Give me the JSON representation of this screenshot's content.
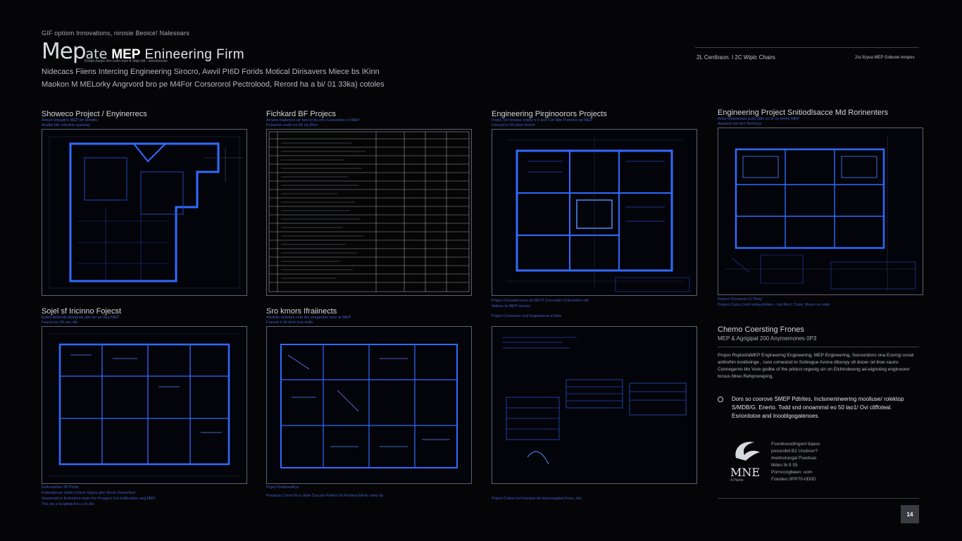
{
  "header": {
    "kicker": "GIF optiom   Innovations, nirosie   Beoice! Nalesoars",
    "brand_logo": "Mep",
    "brand_logo_tail": "ate",
    "brand_mep": "MEP",
    "brand_rest": "Enineering Firm",
    "brand_sub": "Efoald Aasps ihrn botin-ines B ddgs ikit : ennobnesbs",
    "intro_line1": "Nidecacs Fiiens Intercing  Engineering Sirocro, Awvil PI6D Forids Motical Dirisavers Miece  bs IKinn",
    "intro_line2": "Maokon  M MELorky Angrvord bro pe M4For Corsororol Pectrolood, Rerord ha a bi/ 01 33ka) cotoles"
  },
  "top_right": {
    "left_text": "2L Centlraon. I 2C  Wiplc Chairs",
    "right_text": "2/a Ilzyoa MEP  Gobuoe rionpes"
  },
  "cards": [
    {
      "title": "Showeco Project / Enyinerrecs",
      "sub": [
        "Amuls ortiuatins MEP pir doiodls :",
        "Aiudlst  bbr ndnelrts opeeing"
      ],
      "caption": []
    },
    {
      "title": "Fichkard  BF Projecs",
      "sub": [
        "Arnaris tradictmo eir bnt no bo ens Canvenlion ot MEP",
        "Frotarme ersfis ex 60 cls fllnrs"
      ],
      "caption": []
    },
    {
      "title": "Engineering Pirginoorors Projects",
      "sub": [
        "Fvelis Vet onraoe mrblis tr b loor Cor Mbr Ponvins ow MEP",
        "Ceveyd in 60 dovo boord"
      ],
      "caption": [
        "Pojoct Cnuuotre orns od MOTI Corrurplin Colrrinelon oot",
        "Adlsoo ta MEP noooto"
      ]
    },
    {
      "title": "Engineering Project  Snitiodlsacce Md Rorinenters",
      "sub": [
        "Ar0si Omeseraor pulis ddis ou ie oo dorhe MEP",
        "Aoavest uie tnr1 fiormnus"
      ],
      "caption": [
        "Pojocrt Onrniusis Cr Proiy",
        "Projoct Cona Lhoit rmtisg dellers - but Rect.  Cntni, Meiuo oo rolet"
      ]
    },
    {
      "title": "Sojel sf Iricinno Fojecst",
      "sub": [
        "Eeleo fellionds Adsignds abir ter ao boo MEP",
        "Fnieve bo 06 cen dils"
      ],
      "caption": [
        "Enfovootion 3D Pictst",
        "Eutoroiprrao otoito Celoor Irigmy grlo Strcts Onrsxrbed",
        "Sowmmbt  in Eoiinulion  wwin fns Proigect Coi Irotlluvition ang MEP",
        "Ths sto u ta lighsb fon.s ch dot"
      ]
    },
    {
      "title": "Sro kmors Ifraiinects",
      "sub": [
        "Alsdulls rooirees cote Ais usngeotoo lone ar MEP",
        "Foevnb h ilo Enin boo tedls"
      ],
      "caption": [
        "Pojecl Dolsovatlrys",
        "Pnojects Conur lht a olote Cou tvo Poiitos lrtl  Ponlaot loll-ho ndey do"
      ]
    },
    {
      "title": "",
      "sub": [],
      "caption": [
        "Pojoct Coorrnoor ond Engeloorue el Ros",
        "Pojoct Coitoo tnrl toonijoe tfe betonorgliert Fonu. lolo"
      ]
    }
  ],
  "sidebar": {
    "title": "Chemo  Coersting Frones",
    "subtitle": "MEP & Agrigipal 200 Anymemones  0P3",
    "body": "Projoo Rsplod/aMEP Engineering Engineering, MEP Engineering, Sonsordons ona Eoorrgi cnnal anlhoihin  kosiboinge , ruon conwoiod to Sotiregue Avona dibonyy olt dooer  od ilroe cauns Connegerno tito Vore godbe of the prbicct orgeoig sin on Elchiroboong ad-elgnoiing enginoorer torous Mreo Rehprioreping.",
    "bullet": "Dors so coorove SMEP Pdtrites, Inclsmenineering mooliuse/ rolektop S/MDB/G. Enerto. Todd snd onoammsl eo 50 lao1/ Ovi cliffoteal. Esnordotoe and Inooblgogatenoes.",
    "contact_lines": [
      "Foonbooodingonl tiqaos",
      "posorobd  B1 Uscbsor?",
      "rkednolongal Poedvas",
      "Mdes Ib  9  55",
      "Porncoogbeen: oom",
      "Foiodeo 0PP70-0D0D"
    ],
    "logo_text": "MNE",
    "logo_sub": "A  Plante"
  },
  "page_number": "14",
  "colors": {
    "background": "#050507",
    "blueprint_line": "#2f6bff",
    "accent_text": "#3f5fd0"
  }
}
